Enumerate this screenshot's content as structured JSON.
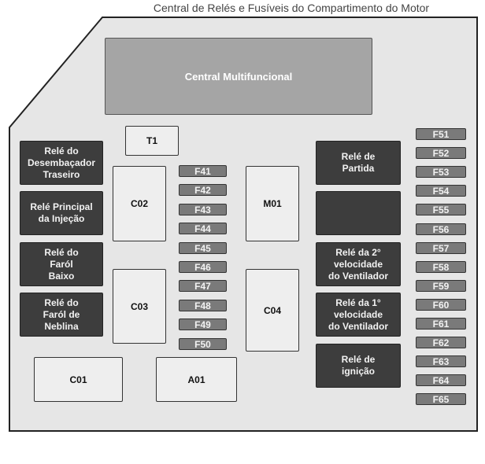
{
  "title": "Central de Relés e Fusíveis do Compartimento do Motor",
  "central": "Central Multifuncional",
  "components": {
    "T1": "T1",
    "C02": "C02",
    "C03": "C03",
    "M01": "M01",
    "C04": "C04",
    "C01": "C01",
    "A01": "A01"
  },
  "left_relays": [
    "Relé do\nDesembaçador\nTraseiro",
    "Relé Principal\nda Injeção",
    "Relé do\nFaról\nBaixo",
    "Relé do\nFaról de\nNeblina"
  ],
  "right_relays": [
    "Relé de\nPartida",
    "",
    "Relé da 2°\nvelocidade\ndo Ventilador",
    "Relé da 1°\nvelocidade\ndo Ventilador",
    "Relé de\nignição"
  ],
  "fuses_middle": [
    "F41",
    "F42",
    "F43",
    "F44",
    "F45",
    "F46",
    "F47",
    "F48",
    "F49",
    "F50"
  ],
  "fuses_right": [
    "F51",
    "F52",
    "F53",
    "F54",
    "F55",
    "F56",
    "F57",
    "F58",
    "F59",
    "F60",
    "F61",
    "F62",
    "F63",
    "F64",
    "F65"
  ]
}
